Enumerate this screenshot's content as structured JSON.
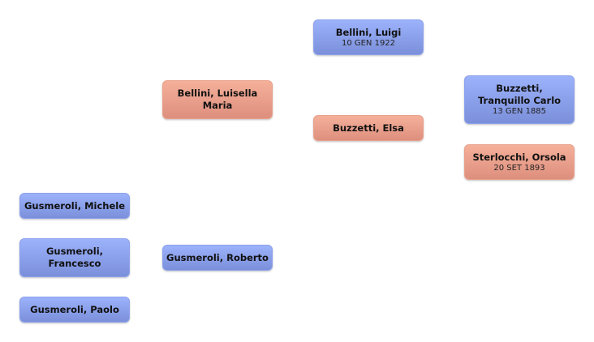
{
  "people": [
    {
      "id": "gusmeroli-michele",
      "name": "Gusmeroli, Michele",
      "date": "",
      "sex": "male"
    },
    {
      "id": "gusmeroli-francesco",
      "name": "Gusmeroli, Francesco",
      "date": "",
      "sex": "male"
    },
    {
      "id": "gusmeroli-paolo",
      "name": "Gusmeroli, Paolo",
      "date": "",
      "sex": "male"
    },
    {
      "id": "bellini-luisella-maria",
      "name": "Bellini, Luisella Maria",
      "date": "",
      "sex": "female"
    },
    {
      "id": "gusmeroli-roberto",
      "name": "Gusmeroli, Roberto",
      "date": "",
      "sex": "male"
    },
    {
      "id": "bellini-luigi",
      "name": "Bellini, Luigi",
      "date": "10 GEN 1922",
      "sex": "male"
    },
    {
      "id": "buzzetti-elsa",
      "name": "Buzzetti, Elsa",
      "date": "",
      "sex": "female"
    },
    {
      "id": "buzzetti-tranquillo-carlo",
      "name": "Buzzetti, Tranquillo Carlo",
      "date": "13 GEN 1885",
      "sex": "male"
    },
    {
      "id": "sterlocchi-orsola",
      "name": "Sterlocchi, Orsola",
      "date": "20 SET 1893",
      "sex": "female"
    }
  ]
}
